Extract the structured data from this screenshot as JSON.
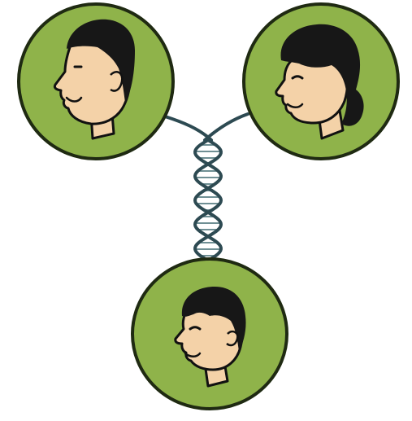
{
  "diagram": {
    "nodes": [
      {
        "id": "father",
        "icon": "man-face-icon"
      },
      {
        "id": "mother",
        "icon": "woman-face-icon"
      },
      {
        "id": "child",
        "icon": "child-face-icon"
      }
    ],
    "connector_icon": "dna-double-helix-icon"
  },
  "colors": {
    "circle_fill": "#8fb34a",
    "circle_outline": "#1f2a12",
    "skin": "#f4d2a8",
    "hair": "#171717",
    "dna_strand": "#2d4a52",
    "dna_rung": "#6f8f94",
    "background": "#ffffff"
  }
}
